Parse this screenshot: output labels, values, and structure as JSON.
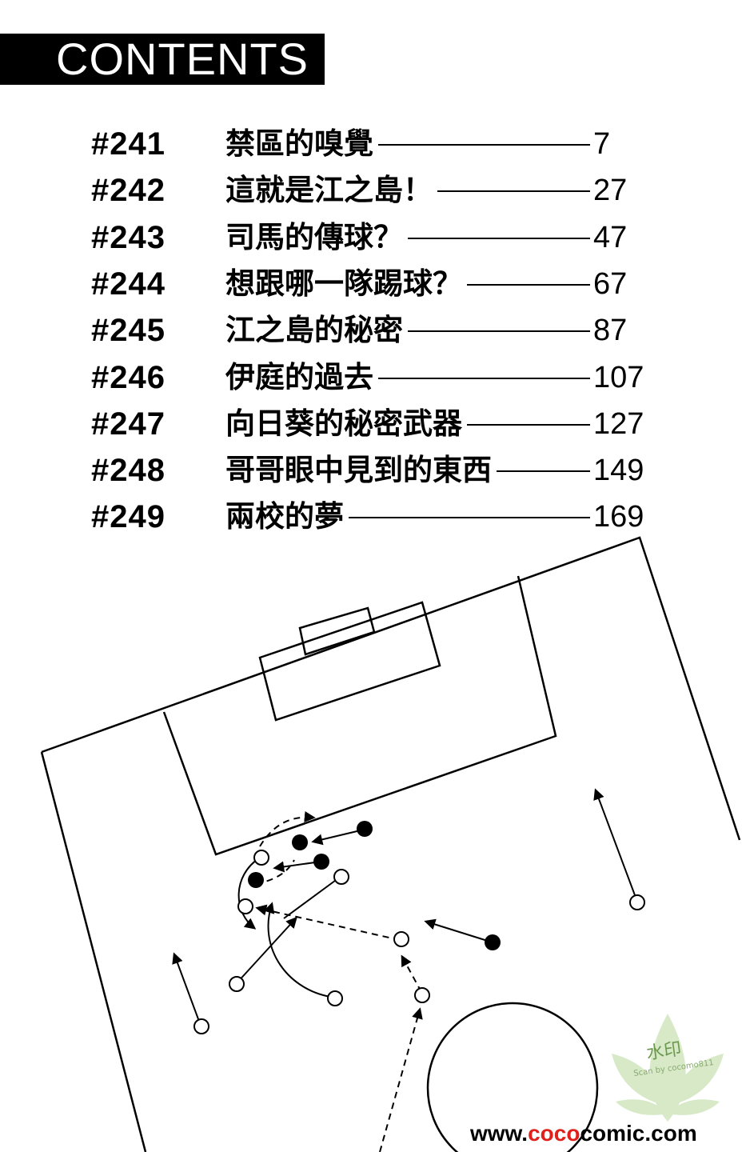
{
  "header": {
    "title": "CONTENTS"
  },
  "contents": [
    {
      "number": "#241",
      "title": "禁區的嗅覺",
      "page": "7"
    },
    {
      "number": "#242",
      "title": "這就是江之島！",
      "page": "27"
    },
    {
      "number": "#243",
      "title": "司馬的傳球？",
      "page": "47"
    },
    {
      "number": "#244",
      "title": "想跟哪一隊踢球？",
      "page": "67"
    },
    {
      "number": "#245",
      "title": "江之島的秘密",
      "page": "87"
    },
    {
      "number": "#246",
      "title": "伊庭的過去",
      "page": "107"
    },
    {
      "number": "#247",
      "title": "向日葵的秘密武器",
      "page": "127"
    },
    {
      "number": "#248",
      "title": "哥哥眼中見到的東西",
      "page": "149"
    },
    {
      "number": "#249",
      "title": "兩校的夢",
      "page": "169"
    }
  ],
  "watermark": {
    "text": "水印",
    "sub": "Scan by cocomo811"
  },
  "footer": {
    "prefix": "www.",
    "brand": "coco",
    "suffix": "comic.com"
  }
}
